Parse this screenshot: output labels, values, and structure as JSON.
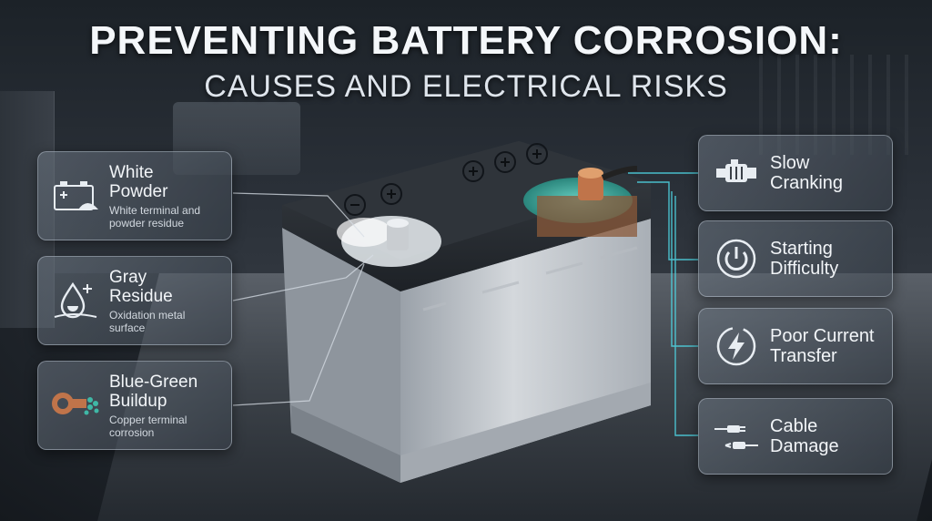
{
  "title": {
    "main": "PREVENTING BATTERY CORROSION:",
    "sub": "CAUSES AND ELECTRICAL RISKS"
  },
  "causes": [
    {
      "label_line1": "White",
      "label_line2": "Powder",
      "desc_line1": "White terminal and",
      "desc_line2": "powder residue",
      "icon": "white-powder-battery-icon"
    },
    {
      "label_line1": "Gray",
      "label_line2": "Residue",
      "desc_line1": "Oxidation metal",
      "desc_line2": "surface",
      "icon": "water-drop-residue-icon"
    },
    {
      "label_line1": "Blue-Green",
      "label_line2": "Buildup",
      "desc_line1": "Copper terminal",
      "desc_line2": "corrosion",
      "icon": "copper-terminal-icon"
    }
  ],
  "risks": [
    {
      "label_line1": "Slow",
      "label_line2": "Cranking",
      "icon": "starter-motor-icon"
    },
    {
      "label_line1": "Starting",
      "label_line2": "Difficulty",
      "icon": "power-button-icon"
    },
    {
      "label_line1": "Poor Current",
      "label_line2": "Transfer",
      "icon": "lightning-bolt-icon"
    },
    {
      "label_line1": "Cable",
      "label_line2": "Damage",
      "icon": "cable-plug-icon"
    }
  ],
  "colors": {
    "accent_cyan": "#4fd8e6",
    "corrosion_green": "#3fb8a6",
    "copper": "#c0744a",
    "panel_border": "#c8d2de"
  }
}
